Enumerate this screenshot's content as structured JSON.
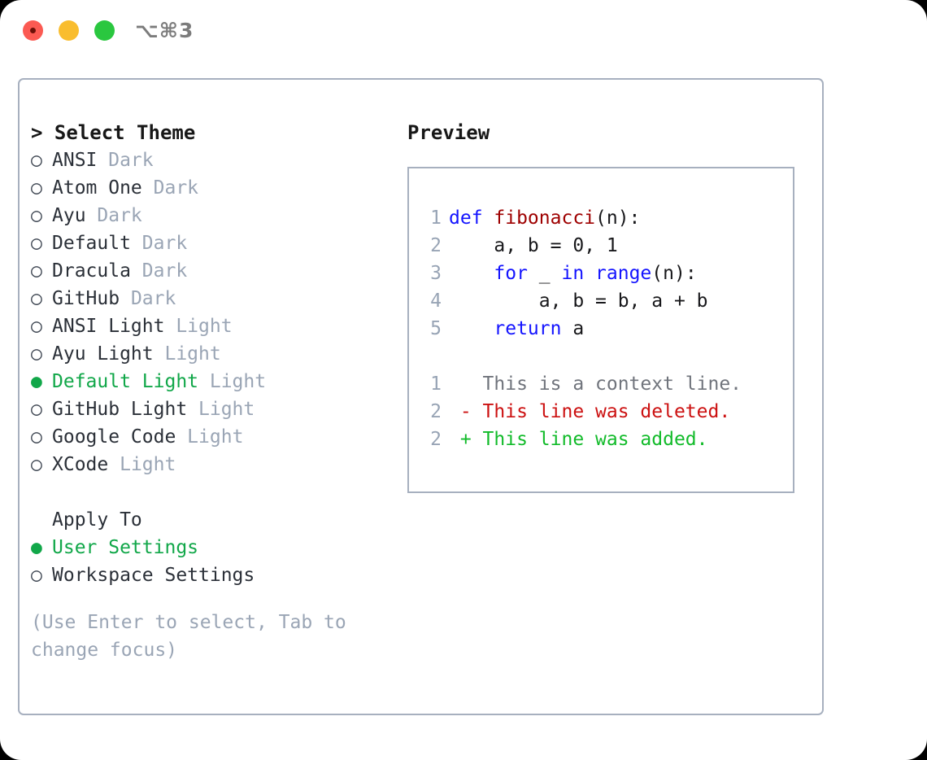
{
  "window": {
    "title": "⌥⌘3",
    "controls": [
      "close",
      "minimize",
      "zoom"
    ]
  },
  "theme_picker": {
    "header": "> Select Theme",
    "options": [
      {
        "marker": "○",
        "label": "ANSI",
        "tag": "Dark",
        "selected": false
      },
      {
        "marker": "○",
        "label": "Atom One",
        "tag": "Dark",
        "selected": false
      },
      {
        "marker": "○",
        "label": "Ayu",
        "tag": "Dark",
        "selected": false
      },
      {
        "marker": "○",
        "label": "Default",
        "tag": "Dark",
        "selected": false
      },
      {
        "marker": "○",
        "label": "Dracula",
        "tag": "Dark",
        "selected": false
      },
      {
        "marker": "○",
        "label": "GitHub",
        "tag": "Dark",
        "selected": false
      },
      {
        "marker": "○",
        "label": "ANSI Light",
        "tag": "Light",
        "selected": false
      },
      {
        "marker": "○",
        "label": "Ayu Light",
        "tag": "Light",
        "selected": false
      },
      {
        "marker": "●",
        "label": "Default Light",
        "tag": "Light",
        "selected": true
      },
      {
        "marker": "○",
        "label": "GitHub Light",
        "tag": "Light",
        "selected": false
      },
      {
        "marker": "○",
        "label": "Google Code",
        "tag": "Light",
        "selected": false
      },
      {
        "marker": "○",
        "label": "XCode",
        "tag": "Light",
        "selected": false
      }
    ]
  },
  "apply_to": {
    "header": "Apply To",
    "options": [
      {
        "marker": "●",
        "label": "User Settings",
        "selected": true
      },
      {
        "marker": "○",
        "label": "Workspace Settings",
        "selected": false
      }
    ]
  },
  "hint": "(Use Enter to select, Tab to change focus)",
  "preview": {
    "header": "Preview",
    "code_lines": [
      {
        "number": "1",
        "tokens": [
          {
            "text": "def ",
            "kind": "kw"
          },
          {
            "text": "fibonacci",
            "kind": "fn"
          },
          {
            "text": "(n):",
            "kind": "plain"
          }
        ]
      },
      {
        "number": "2",
        "tokens": [
          {
            "text": "    a, b = 0, 1",
            "kind": "plain"
          }
        ]
      },
      {
        "number": "3",
        "tokens": [
          {
            "text": "    ",
            "kind": "plain"
          },
          {
            "text": "for",
            "kind": "kw"
          },
          {
            "text": " _ ",
            "kind": "plain"
          },
          {
            "text": "in",
            "kind": "kw"
          },
          {
            "text": " ",
            "kind": "plain"
          },
          {
            "text": "range",
            "kind": "kw"
          },
          {
            "text": "(n):",
            "kind": "plain"
          }
        ]
      },
      {
        "number": "4",
        "tokens": [
          {
            "text": "        a, b = b, a + b",
            "kind": "plain"
          }
        ]
      },
      {
        "number": "5",
        "tokens": [
          {
            "text": "    ",
            "kind": "plain"
          },
          {
            "text": "return",
            "kind": "kw"
          },
          {
            "text": " a",
            "kind": "plain"
          }
        ]
      }
    ],
    "diff_lines": [
      {
        "number": "1",
        "tokens": [
          {
            "text": "   This is a context line.",
            "kind": "ctx"
          }
        ]
      },
      {
        "number": "2",
        "tokens": [
          {
            "text": " - This line was deleted.",
            "kind": "del"
          }
        ]
      },
      {
        "number": "2",
        "tokens": [
          {
            "text": " + This line was added.",
            "kind": "add"
          }
        ]
      }
    ]
  },
  "colors": {
    "accent_green": "#11a749",
    "muted": "#9aa5b5",
    "border": "#a7b0bf",
    "keyword_blue": "#1414ff",
    "function_red": "#9e0000",
    "diff_delete": "#cc1111",
    "diff_add": "#12bb2a"
  }
}
